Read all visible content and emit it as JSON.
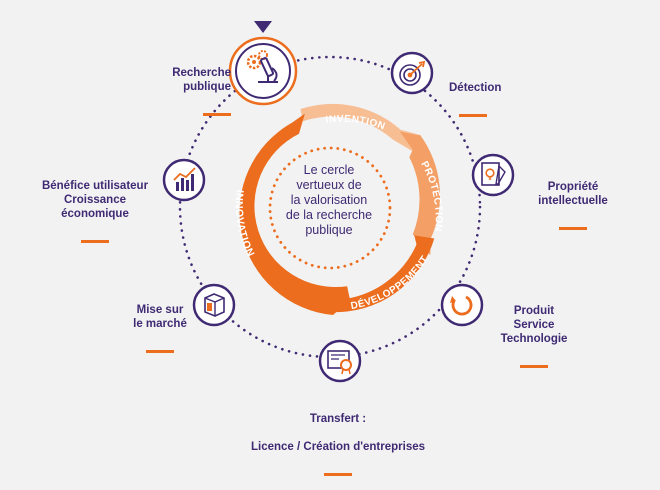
{
  "center": {
    "text": "Le cercle\nvertueux de\nla valorisation\nde la recherche\npublique"
  },
  "arcs": {
    "invention": "INVENTION",
    "protection": "PROTECTION",
    "developpement": "DÉVELOPPEMENT",
    "innovation": "INNOVATION"
  },
  "nodes": {
    "recherche": {
      "label": "Recherche\npublique",
      "icon": "microscope-gears-icon"
    },
    "detection": {
      "label": "Détection",
      "icon": "target-icon"
    },
    "propriete": {
      "label": "Propriété\nintellectuelle",
      "icon": "document-lightbulb-icon"
    },
    "produit": {
      "label": "Produit\nService\nTechnologie",
      "icon": "cycle-arrow-icon"
    },
    "transfert": {
      "line1": "Transfert :",
      "line2": "Licence  /  Création d'entreprises",
      "icon": "certificate-icon"
    },
    "marche": {
      "label": "Mise sur\nle marché",
      "icon": "box-icon"
    },
    "benefice": {
      "label": "Bénéfice utilisateur\nCroissance économique",
      "icon": "growth-chart-icon"
    }
  },
  "colors": {
    "purple": "#3f2a73",
    "orange": "#ec6d1e",
    "peach_dark": "#f39f65",
    "peach_light": "#f7bd93",
    "background": "#f2f2f2"
  }
}
